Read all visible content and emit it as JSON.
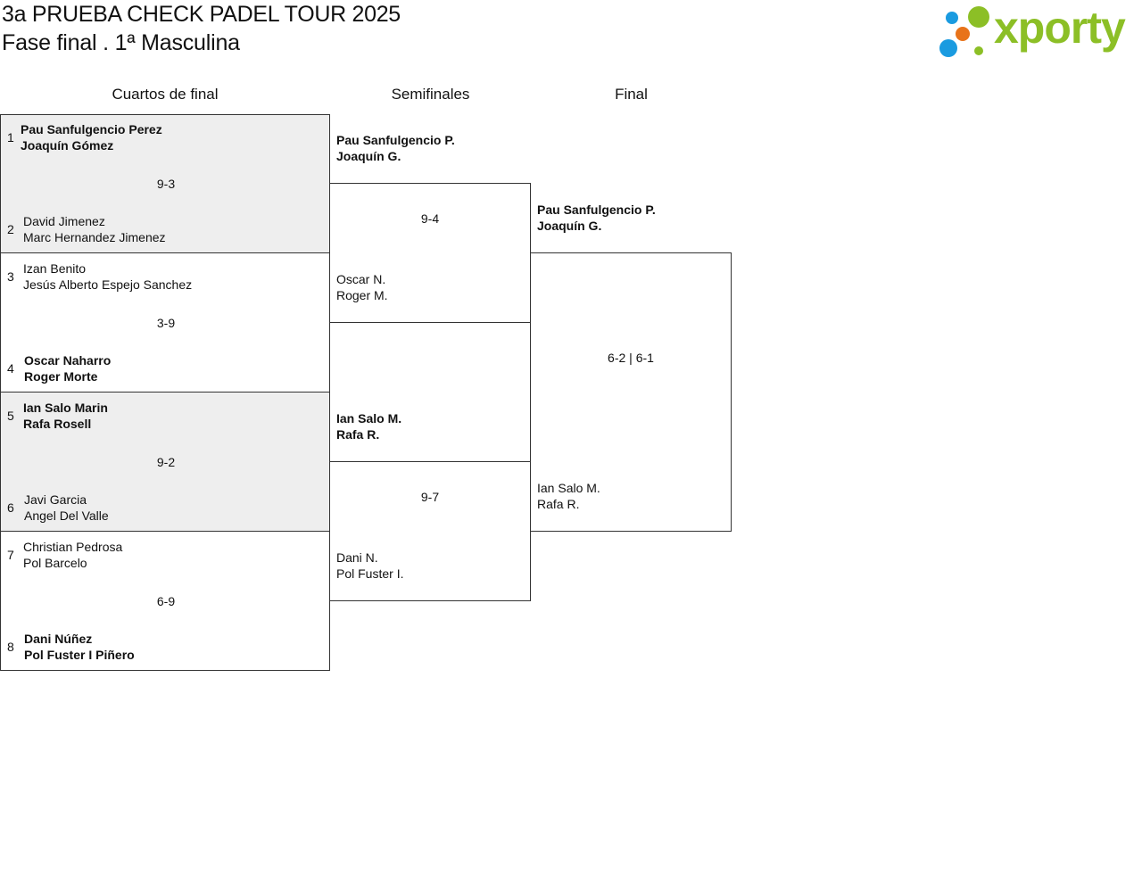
{
  "header": {
    "title": "3a PRUEBA CHECK PADEL TOUR 2025",
    "subtitle": "Fase final . 1ª Masculina"
  },
  "logo": {
    "text": "xporty",
    "colors": [
      "#1a9be0",
      "#e8731a",
      "#8cbf26"
    ]
  },
  "rounds": {
    "quarters": "Cuartos de final",
    "semis": "Semifinales",
    "final": "Final"
  },
  "quarters": [
    {
      "seed_a": "1",
      "a1": "Pau Sanfulgencio Perez",
      "a2": "Joaquín Gómez",
      "score": "9-3",
      "seed_b": "2",
      "b1": "David Jimenez",
      "b2": "Marc Hernandez Jimenez"
    },
    {
      "seed_a": "3",
      "a1": "Izan Benito",
      "a2": "Jesús Alberto Espejo Sanchez",
      "score": "3-9",
      "seed_b": "4",
      "b1": "Oscar Naharro",
      "b2": "Roger Morte"
    },
    {
      "seed_a": "5",
      "a1": "Ian Salo Marin",
      "a2": "Rafa Rosell",
      "score": "9-2",
      "seed_b": "6",
      "b1": "Javi Garcia",
      "b2": "Angel Del Valle"
    },
    {
      "seed_a": "7",
      "a1": "Christian Pedrosa",
      "a2": "Pol Barcelo",
      "score": "6-9",
      "seed_b": "8",
      "b1": "Dani Núñez",
      "b2": "Pol Fuster I Piñero"
    }
  ],
  "semis": [
    {
      "a1": "Pau Sanfulgencio P.",
      "a2": "Joaquín G.",
      "score": "9-4",
      "b1": "Oscar N.",
      "b2": "Roger M."
    },
    {
      "a1": "Ian Salo M.",
      "a2": "Rafa R.",
      "score": "9-7",
      "b1": "Dani N.",
      "b2": "Pol Fuster I."
    }
  ],
  "final": {
    "a1": "Pau Sanfulgencio P.",
    "a2": "Joaquín G.",
    "score": "6-2 | 6-1",
    "b1": "Ian Salo M.",
    "b2": "Rafa R."
  }
}
